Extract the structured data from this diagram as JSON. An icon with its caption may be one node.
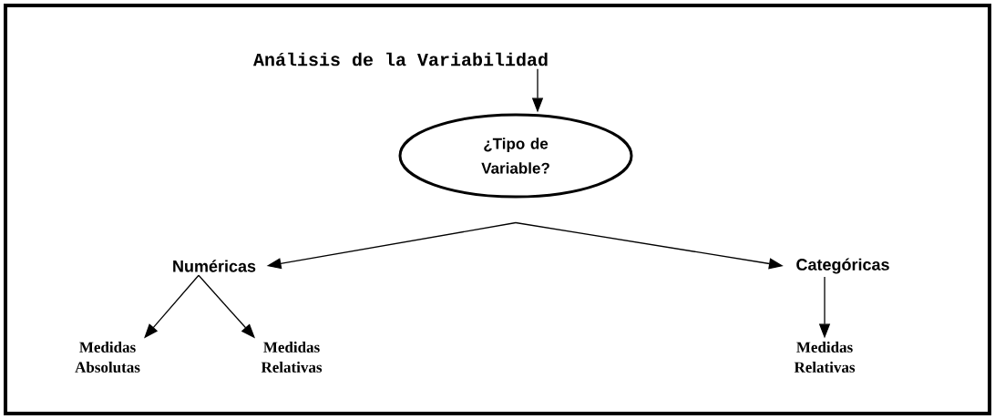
{
  "diagram": {
    "nodes": [
      {
        "text": [
          "Análisis de la Variabilidad"
        ]
      },
      {
        "text": [
          "¿Tipo de Variable?"
        ]
      },
      {
        "text": [
          "Numéricas"
        ]
      },
      {
        "text": [
          "Categóricas"
        ]
      },
      {
        "text": [
          "Medidas Absolutas"
        ]
      },
      {
        "text": [
          "Medidas Relativas"
        ]
      },
      {
        "text": [
          "Medidas Relativas"
        ]
      }
    ],
    "edges": [
      {
        "from": 0,
        "to": 1,
        "arrow": "to"
      },
      {
        "from": 1,
        "to": 2,
        "arrow": "to"
      },
      {
        "from": 1,
        "to": 3,
        "arrow": "to"
      },
      {
        "from": 2,
        "to": 4,
        "arrow": "to"
      },
      {
        "from": 2,
        "to": 5,
        "arrow": "to"
      },
      {
        "from": 3,
        "to": 6,
        "arrow": "to"
      }
    ]
  }
}
